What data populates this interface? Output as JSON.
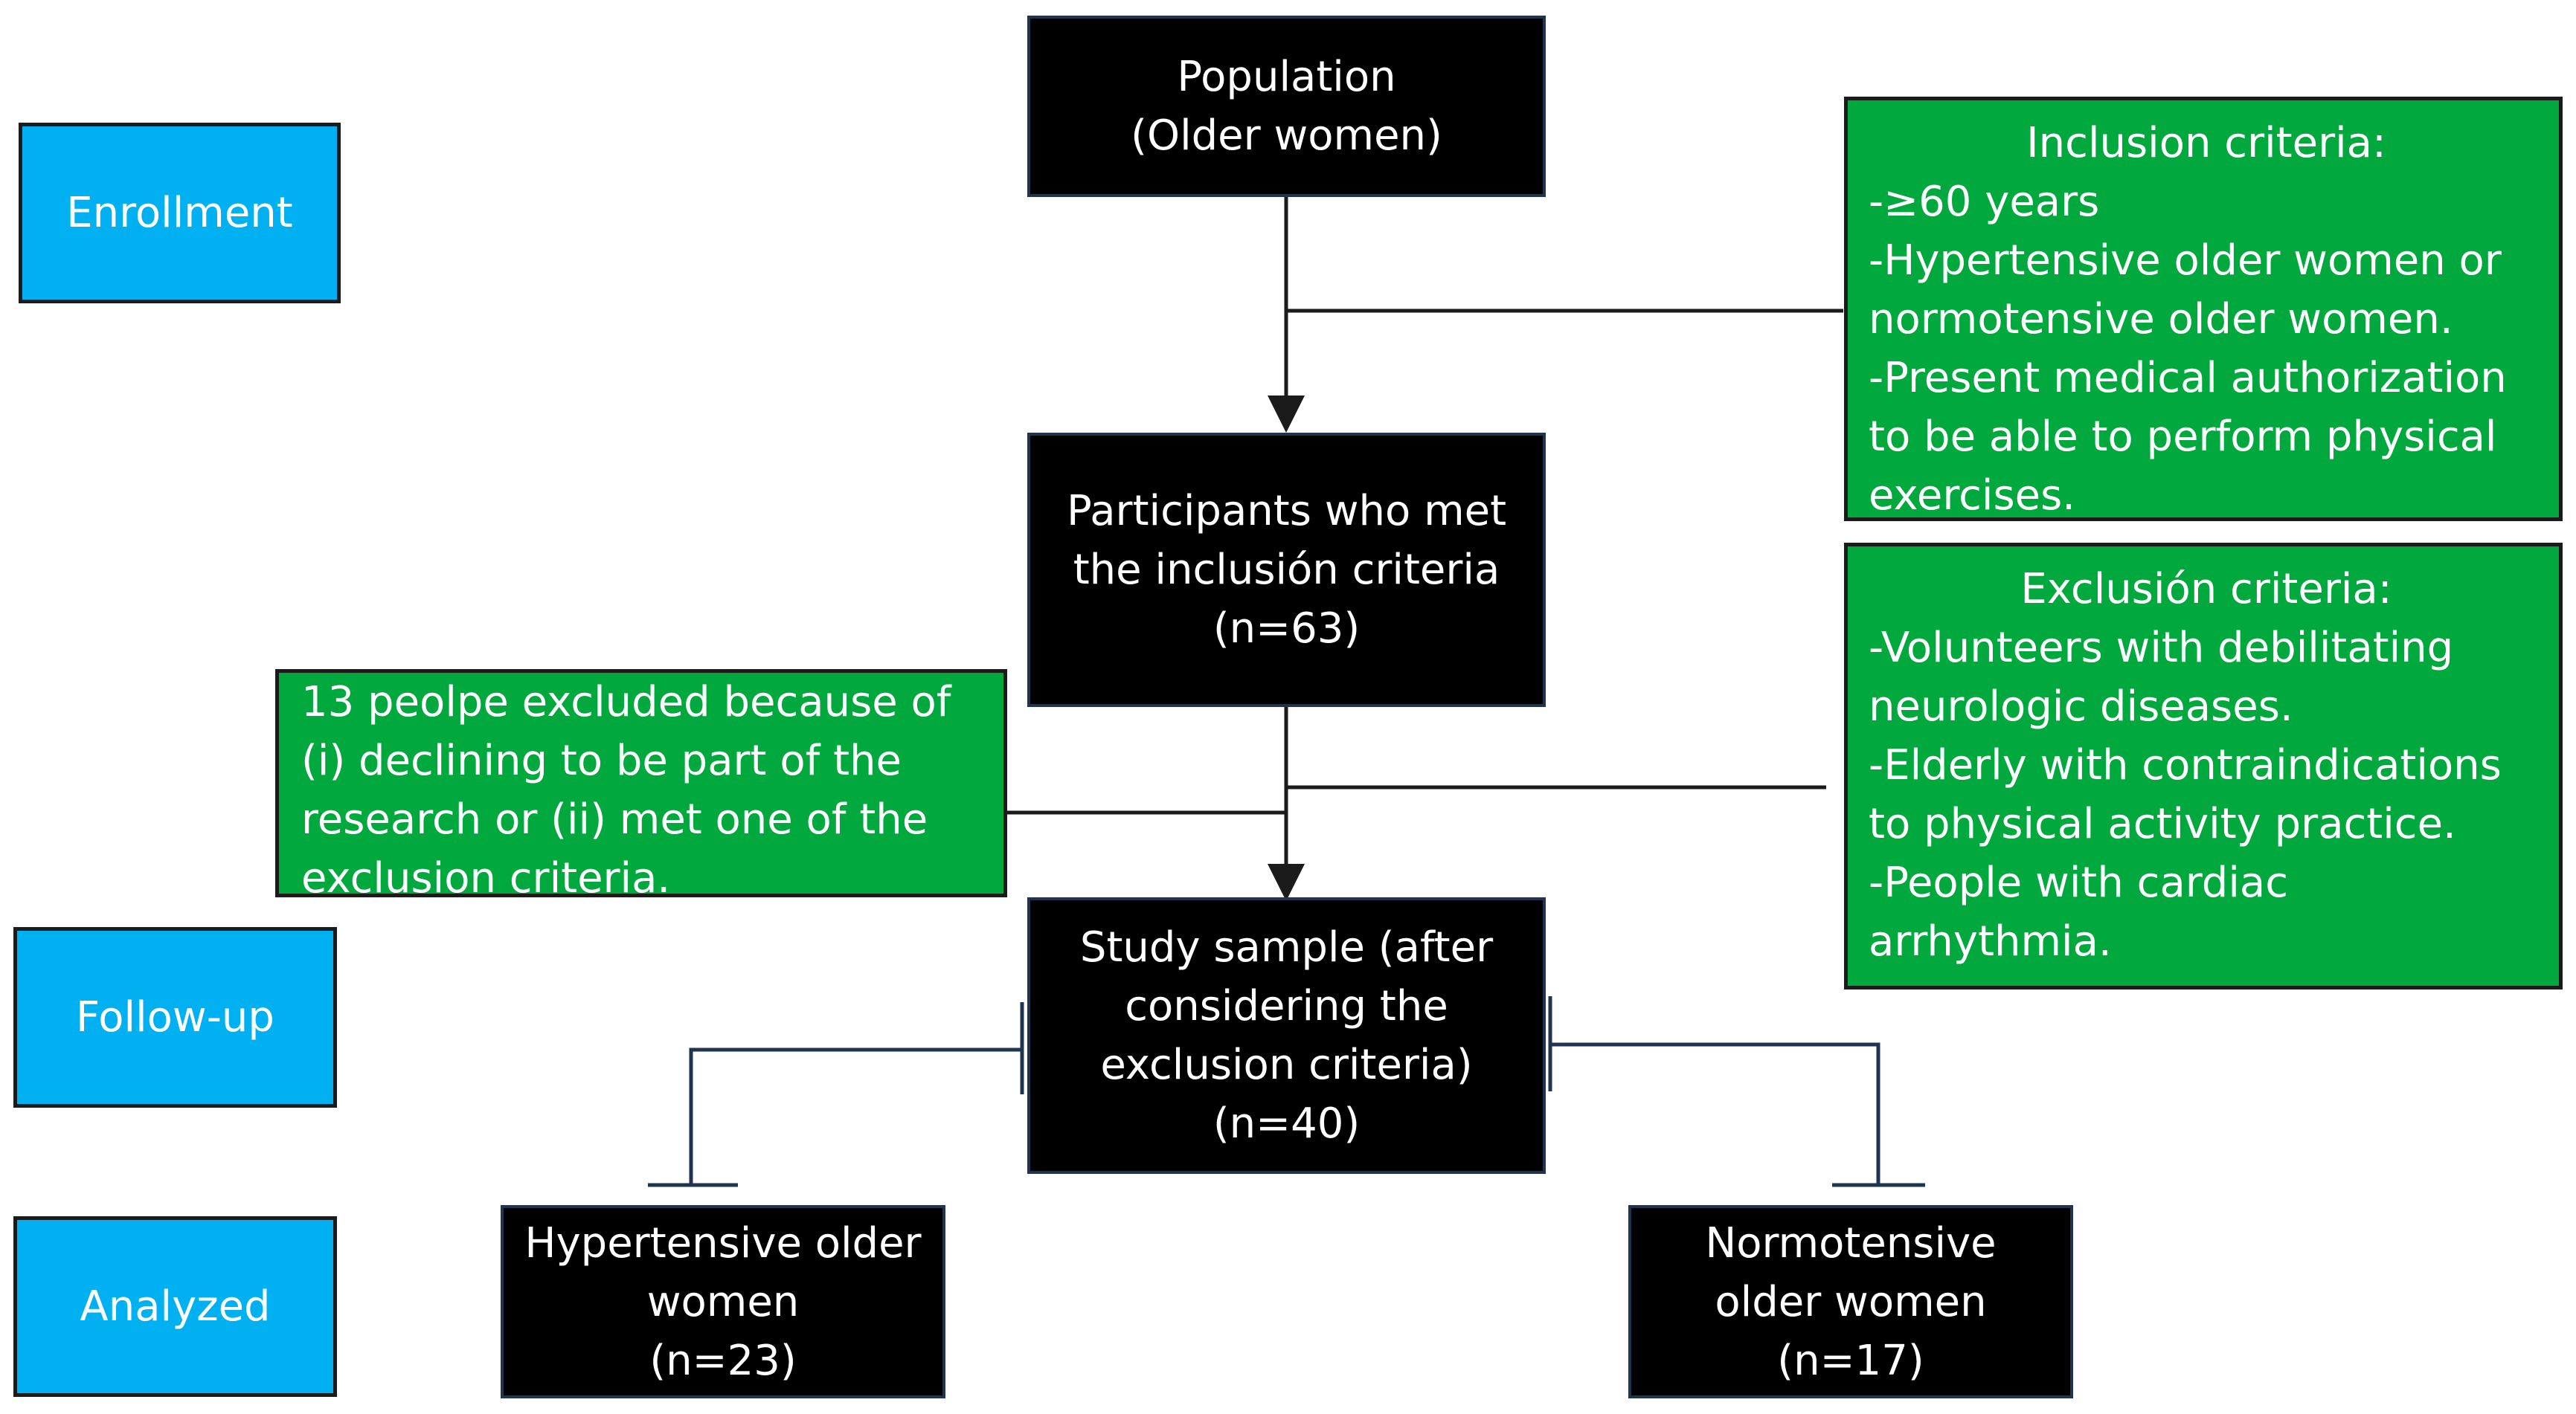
{
  "stages": {
    "enrollment": "Enrollment",
    "follow_up": "Follow-up",
    "analyzed": "Analyzed"
  },
  "nodes": {
    "population": [
      "Population",
      "(Older women)"
    ],
    "participants": [
      "Participants who met",
      "the inclusión criteria",
      "(n=63)"
    ],
    "study_sample": [
      "Study sample (after",
      "considering the",
      "exclusion criteria)",
      "(n=40)"
    ],
    "hypertensive": [
      "Hypertensive older",
      "women",
      "(n=23)"
    ],
    "normotensive": [
      "Normotensive",
      "older women",
      "(n=17)"
    ]
  },
  "inclusion": {
    "title": "Inclusion criteria:",
    "lines": [
      "-≥60 years",
      "-Hypertensive older women or",
      "normotensive older women.",
      "-Present medical authorization",
      "to be able to perform physical",
      "exercises."
    ]
  },
  "exclusion": {
    "title": "Exclusión criteria:",
    "lines": [
      "-Volunteers with debilitating",
      "neurologic diseases.",
      "-Elderly with contraindications",
      "to physical activity practice.",
      "-People with cardiac",
      "arrhythmia."
    ]
  },
  "excluded_note": {
    "lines": [
      "13 peolpe excluded because of",
      "(i) declining to be part of the",
      "research or (ii) met one of the",
      "exclusion criteria."
    ]
  },
  "colors": {
    "stage_fill": "#00b0f0",
    "criteria_fill": "#00a83d",
    "node_fill": "#000000",
    "text": "#ffffff",
    "connector": "#1b1b1b",
    "branch_connector": "#1f3450"
  }
}
